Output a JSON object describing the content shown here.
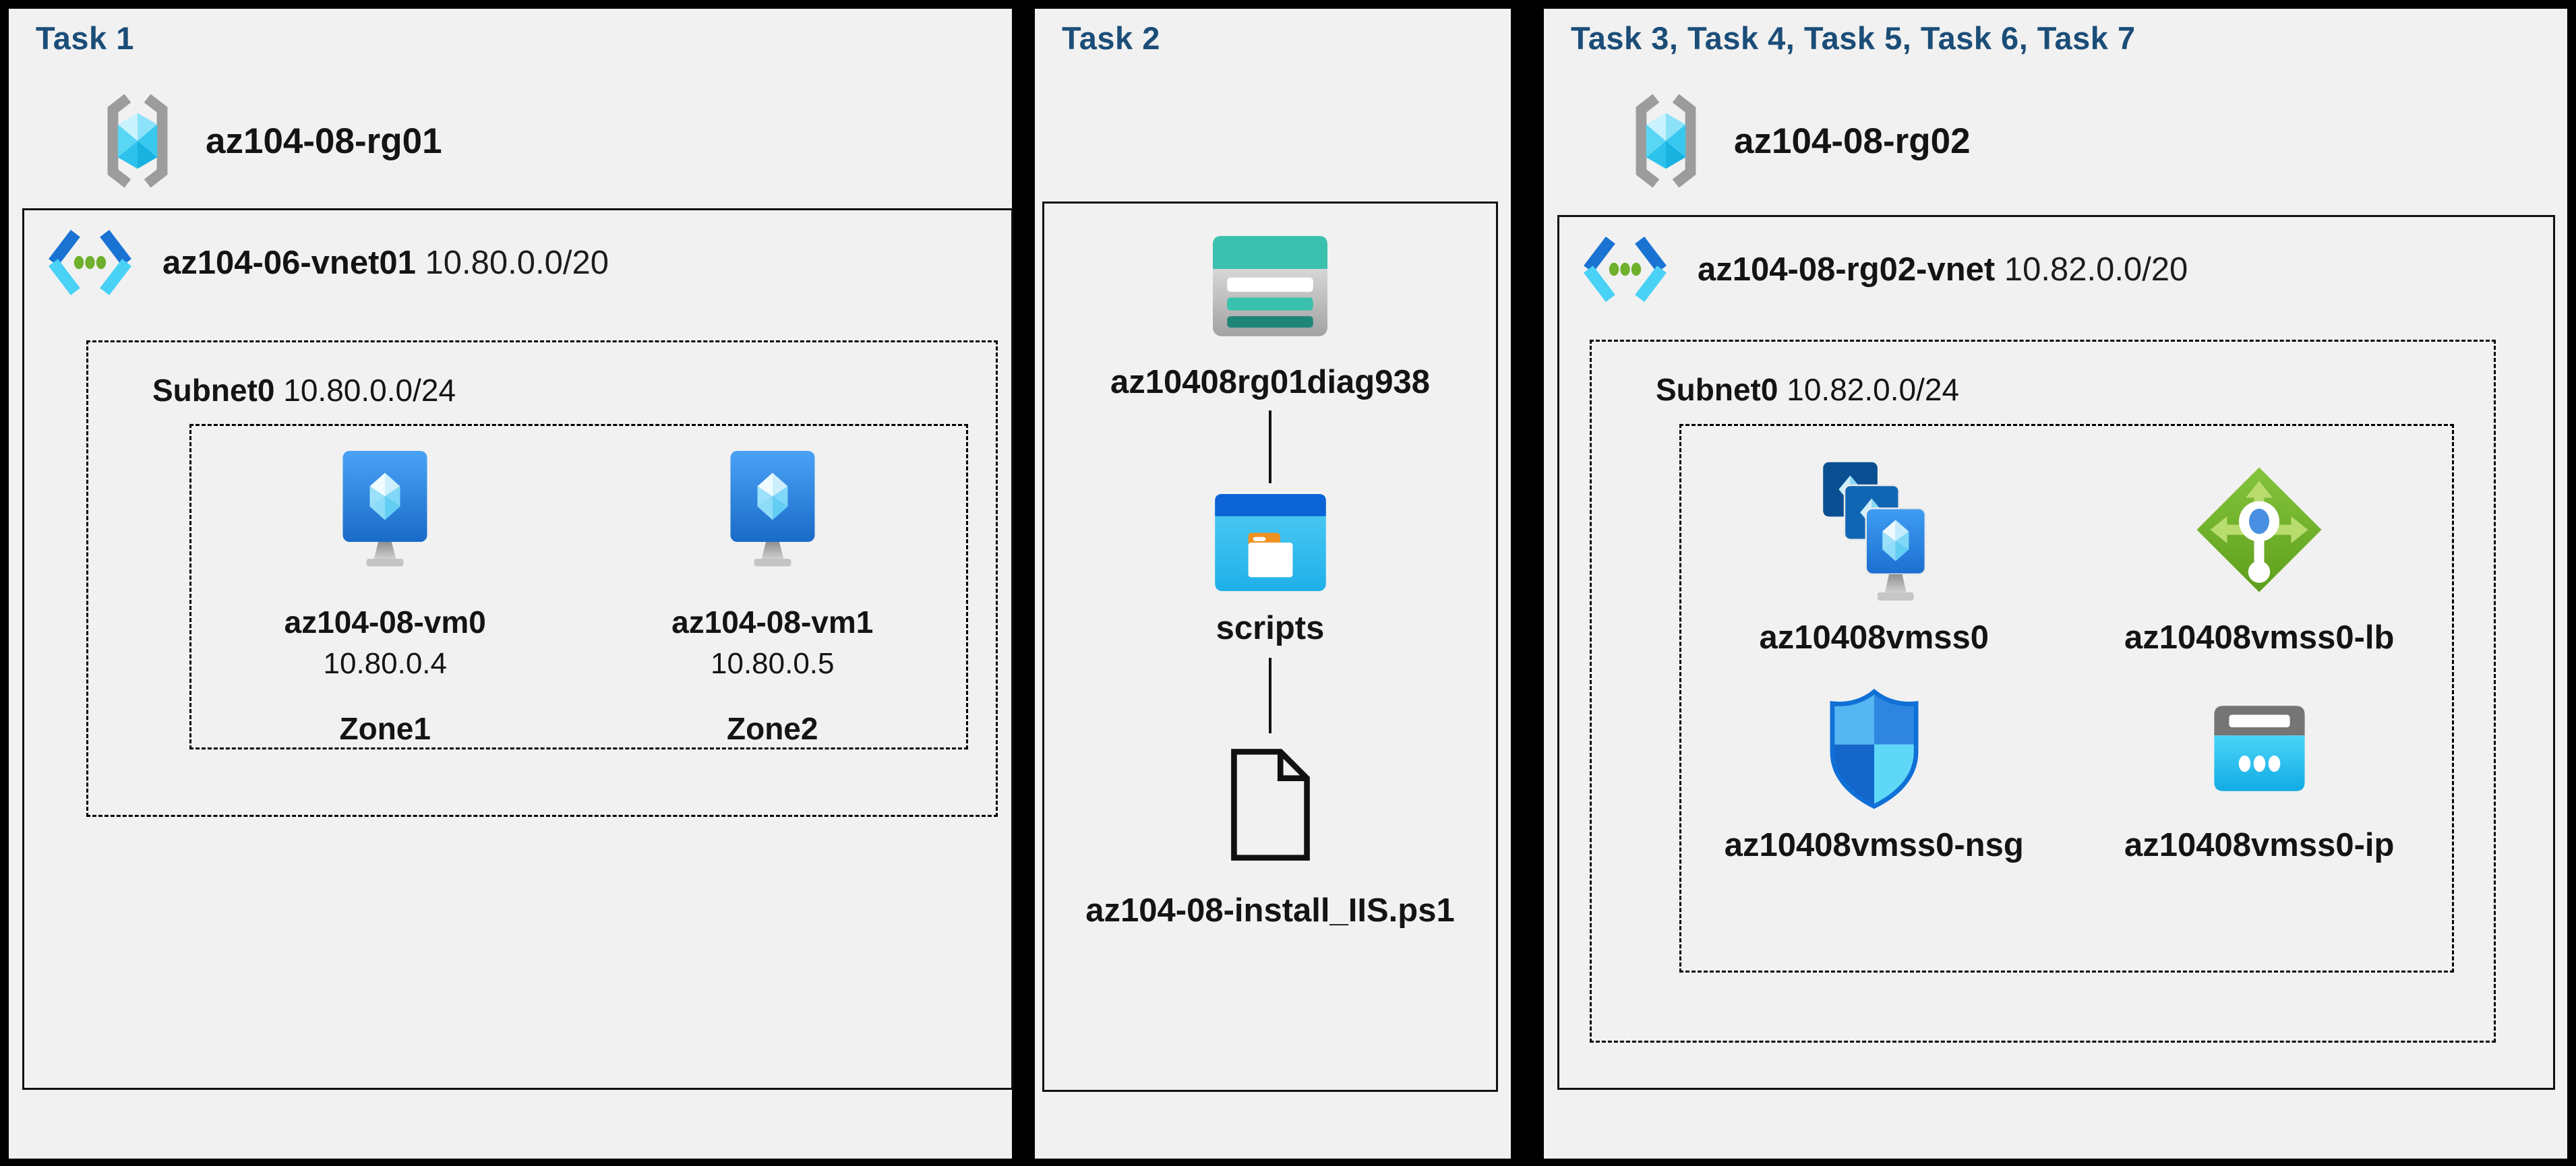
{
  "panels": [
    {
      "title": "Task 1",
      "resource_group": {
        "name": "az104-08-rg01"
      },
      "vnet": {
        "name": "az104-06-vnet01",
        "cidr": "10.80.0.0/20"
      },
      "subnet": {
        "name": "Subnet0",
        "cidr": "10.80.0.0/24"
      },
      "vms": [
        {
          "name": "az104-08-vm0",
          "ip": "10.80.0.4",
          "zone": "Zone1"
        },
        {
          "name": "az104-08-vm1",
          "ip": "10.80.0.5",
          "zone": "Zone2"
        }
      ]
    },
    {
      "title": "Task 2",
      "storage_account": "az10408rg01diag938",
      "container": "scripts",
      "file": "az104-08-install_IIS.ps1"
    },
    {
      "title": "Task 3, Task 4, Task 5, Task 6, Task 7",
      "resource_group": {
        "name": "az104-08-rg02"
      },
      "vnet": {
        "name": "az104-08-rg02-vnet",
        "cidr": "10.82.0.0/20"
      },
      "subnet": {
        "name": "Subnet0",
        "cidr": "10.82.0.0/24"
      },
      "resources": [
        {
          "name": "az10408vmss0",
          "type": "vm-scale-set"
        },
        {
          "name": "az10408vmss0-lb",
          "type": "load-balancer"
        },
        {
          "name": "az10408vmss0-nsg",
          "type": "network-security-group"
        },
        {
          "name": "az10408vmss0-ip",
          "type": "public-ip"
        }
      ]
    }
  ],
  "icons": [
    "resource-group-icon",
    "virtual-network-icon",
    "virtual-machine-icon",
    "storage-account-icon",
    "blob-container-icon",
    "file-icon",
    "vm-scale-set-icon",
    "load-balancer-icon",
    "network-security-group-icon",
    "public-ip-icon"
  ],
  "colors": {
    "background": "#000000",
    "panel_bg": "#f1f1f1",
    "title_navy": "#1b4d78",
    "text": "#141414",
    "azure_blue": "#1a73d3",
    "azure_cyan": "#49d2f6",
    "storage_teal": "#3ac1ad",
    "storage_teal_dark": "#1f8579",
    "vnet_dot_green": "#6fb02c",
    "lb_green": "#6fb02a",
    "folder_orange": "#f09122",
    "ip_blue": "#4a90e2"
  }
}
